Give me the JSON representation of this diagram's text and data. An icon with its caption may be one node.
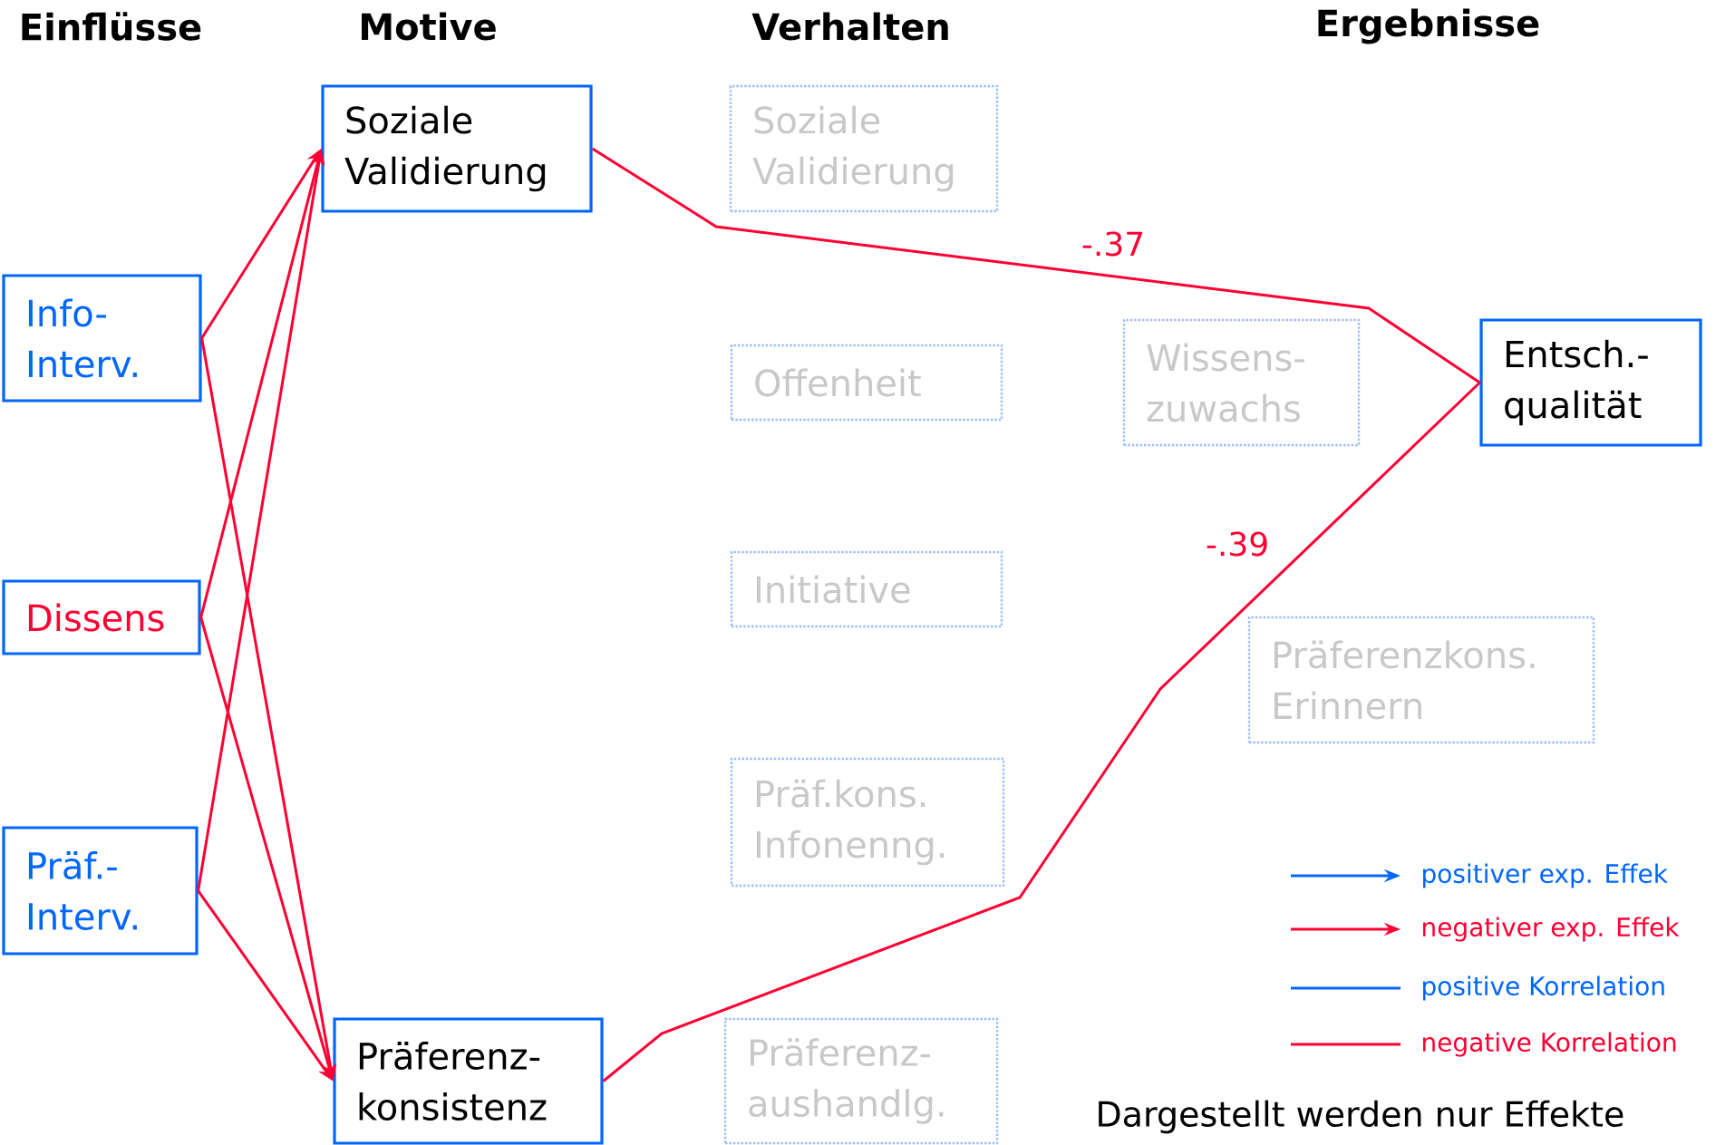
{
  "diagram": {
    "nodes": [
      {
        "text": [
          "Info- Interv."
        ]
      },
      {
        "text": [
          "Dissens"
        ]
      },
      {
        "text": [
          "Präf.- Interv."
        ]
      },
      {
        "text": [
          "Soziale Validierung"
        ]
      },
      {
        "text": [
          "Präferenz- konsistenz"
        ]
      },
      {
        "text": [
          "Soziale Validierung"
        ]
      },
      {
        "text": [
          "Offenheit"
        ]
      },
      {
        "text": [
          "Initiative"
        ]
      },
      {
        "text": [
          "Präf.kons. Infonenng."
        ]
      },
      {
        "text": [
          "Präferenz- aushandlg."
        ]
      },
      {
        "text": [
          "Wissens- zuwachs"
        ]
      },
      {
        "text": [
          "Präferenzkons. Erinnern"
        ]
      },
      {
        "text": [
          "Entsch.- qualität"
        ]
      }
    ],
    "edges": [
      {
        "from": 0,
        "to": 3,
        "arrow": "to"
      },
      {
        "from": 0,
        "to": 4,
        "arrow": "to"
      },
      {
        "from": 1,
        "to": 3,
        "arrow": "to"
      },
      {
        "from": 1,
        "to": 4,
        "arrow": "to"
      },
      {
        "from": 2,
        "to": 3,
        "arrow": "to"
      },
      {
        "from": 2,
        "to": 4,
        "arrow": "to"
      },
      {
        "from": 3,
        "to": 12,
        "arrow": "none",
        "label": "-.37"
      },
      {
        "from": 4,
        "to": 12,
        "arrow": "none",
        "label": "-.39"
      }
    ],
    "labels": [
      "Einflüsse",
      "Motive",
      "Verhalten",
      "Ergebnisse",
      "Dargestellt werden nur Effekte"
    ],
    "legend": [
      {
        "text": "positiver exp. Effek"
      },
      {
        "text": "negativer exp. Effek"
      },
      {
        "text": "positive Korrelation"
      },
      {
        "text": "negative Korrelation"
      }
    ]
  }
}
